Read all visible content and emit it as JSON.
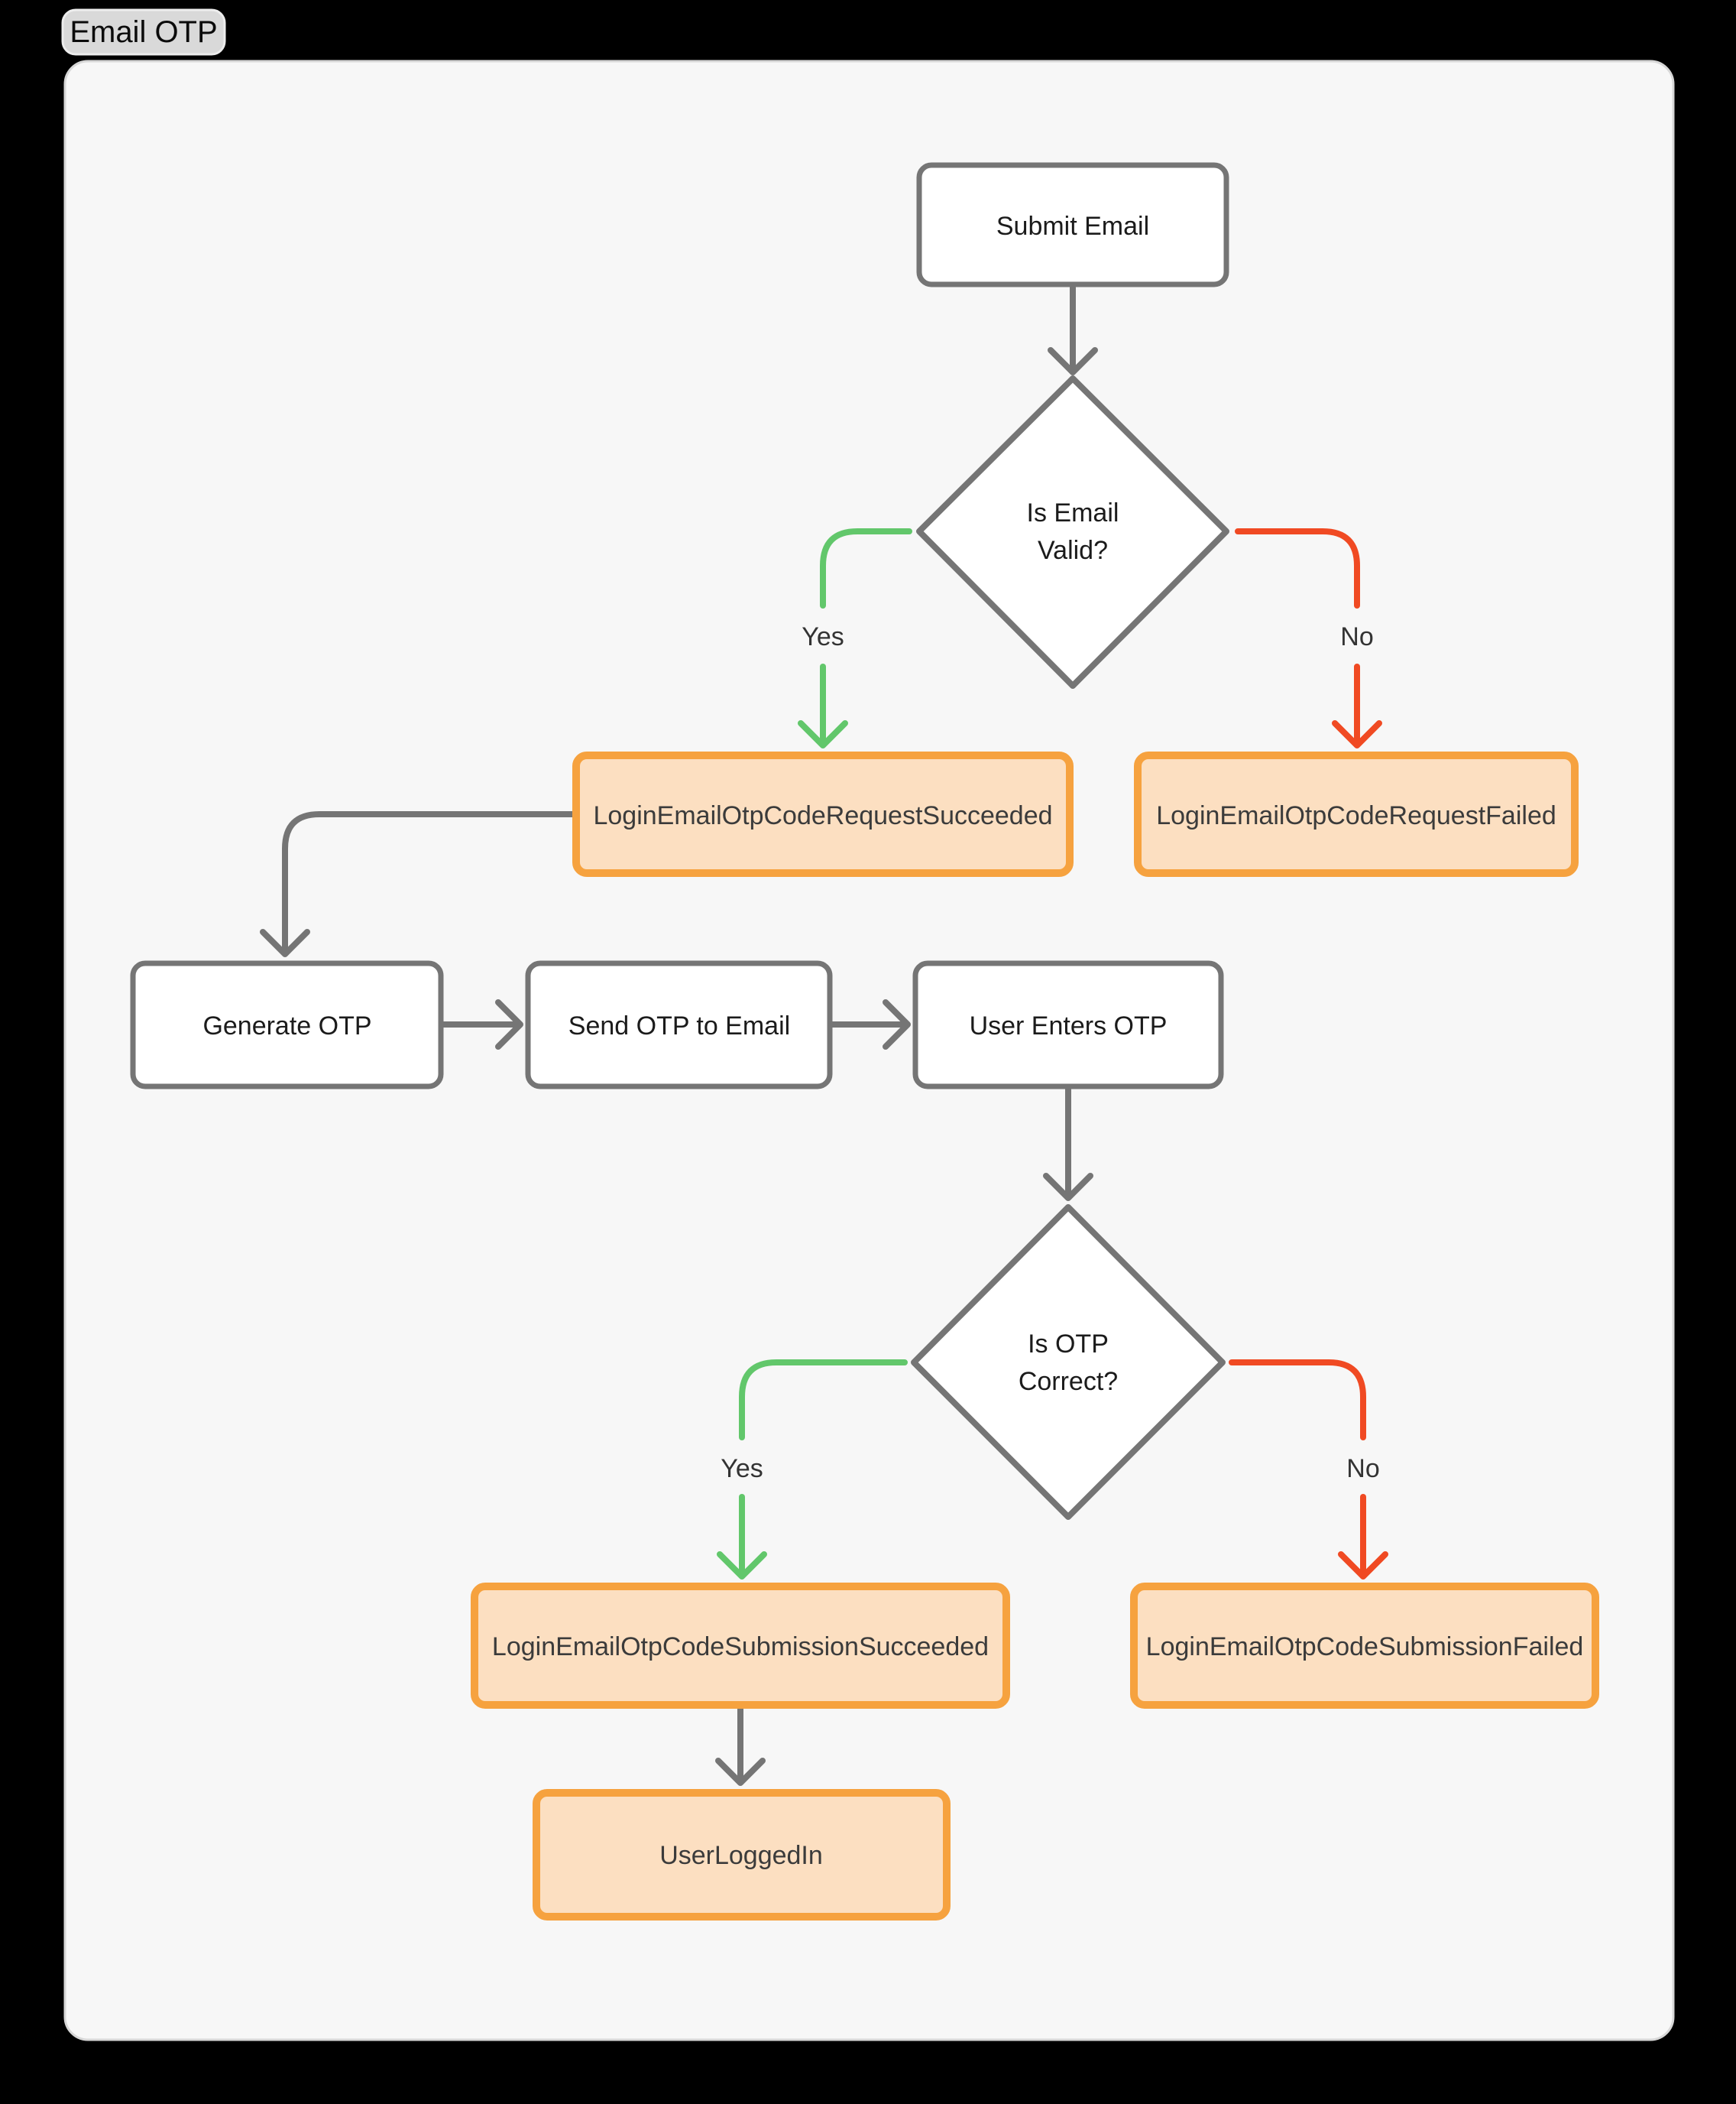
{
  "tab": {
    "label": "Email OTP"
  },
  "diagram": {
    "nodes": {
      "submit_email": {
        "label": "Submit Email"
      },
      "is_email_valid": {
        "line1": "Is Email",
        "line2": "Valid?"
      },
      "request_succeeded": {
        "label": "LoginEmailOtpCodeRequestSucceeded"
      },
      "request_failed": {
        "label": "LoginEmailOtpCodeRequestFailed"
      },
      "generate_otp": {
        "label": "Generate OTP"
      },
      "send_otp_to_email": {
        "label": "Send OTP to Email"
      },
      "user_enters_otp": {
        "label": "User Enters OTP"
      },
      "is_otp_correct": {
        "line1": "Is OTP",
        "line2": "Correct?"
      },
      "submission_succeeded": {
        "label": "LoginEmailOtpCodeSubmissionSucceeded"
      },
      "submission_failed": {
        "label": "LoginEmailOtpCodeSubmissionFailed"
      },
      "user_logged_in": {
        "label": "UserLoggedIn"
      }
    },
    "edge_labels": {
      "email_valid_yes": "Yes",
      "email_valid_no": "No",
      "otp_correct_yes": "Yes",
      "otp_correct_no": "No"
    },
    "colors": {
      "page_bg": "#000000",
      "canvas_bg": "#f7f7f7",
      "canvas_border": "#d7d7d7",
      "tab_bg": "#d9d9d9",
      "tab_border": "#ededed",
      "line_gray": "#757575",
      "yes_green": "#62c76b",
      "no_red": "#f04a23",
      "event_border": "#f6a23f",
      "event_fill": "#fcdfc1",
      "node_fill": "#ffffff",
      "node_border": "#757575",
      "node_text": "#1b1b1b",
      "event_text": "#3b3b3b",
      "label_text": "#333333"
    }
  }
}
